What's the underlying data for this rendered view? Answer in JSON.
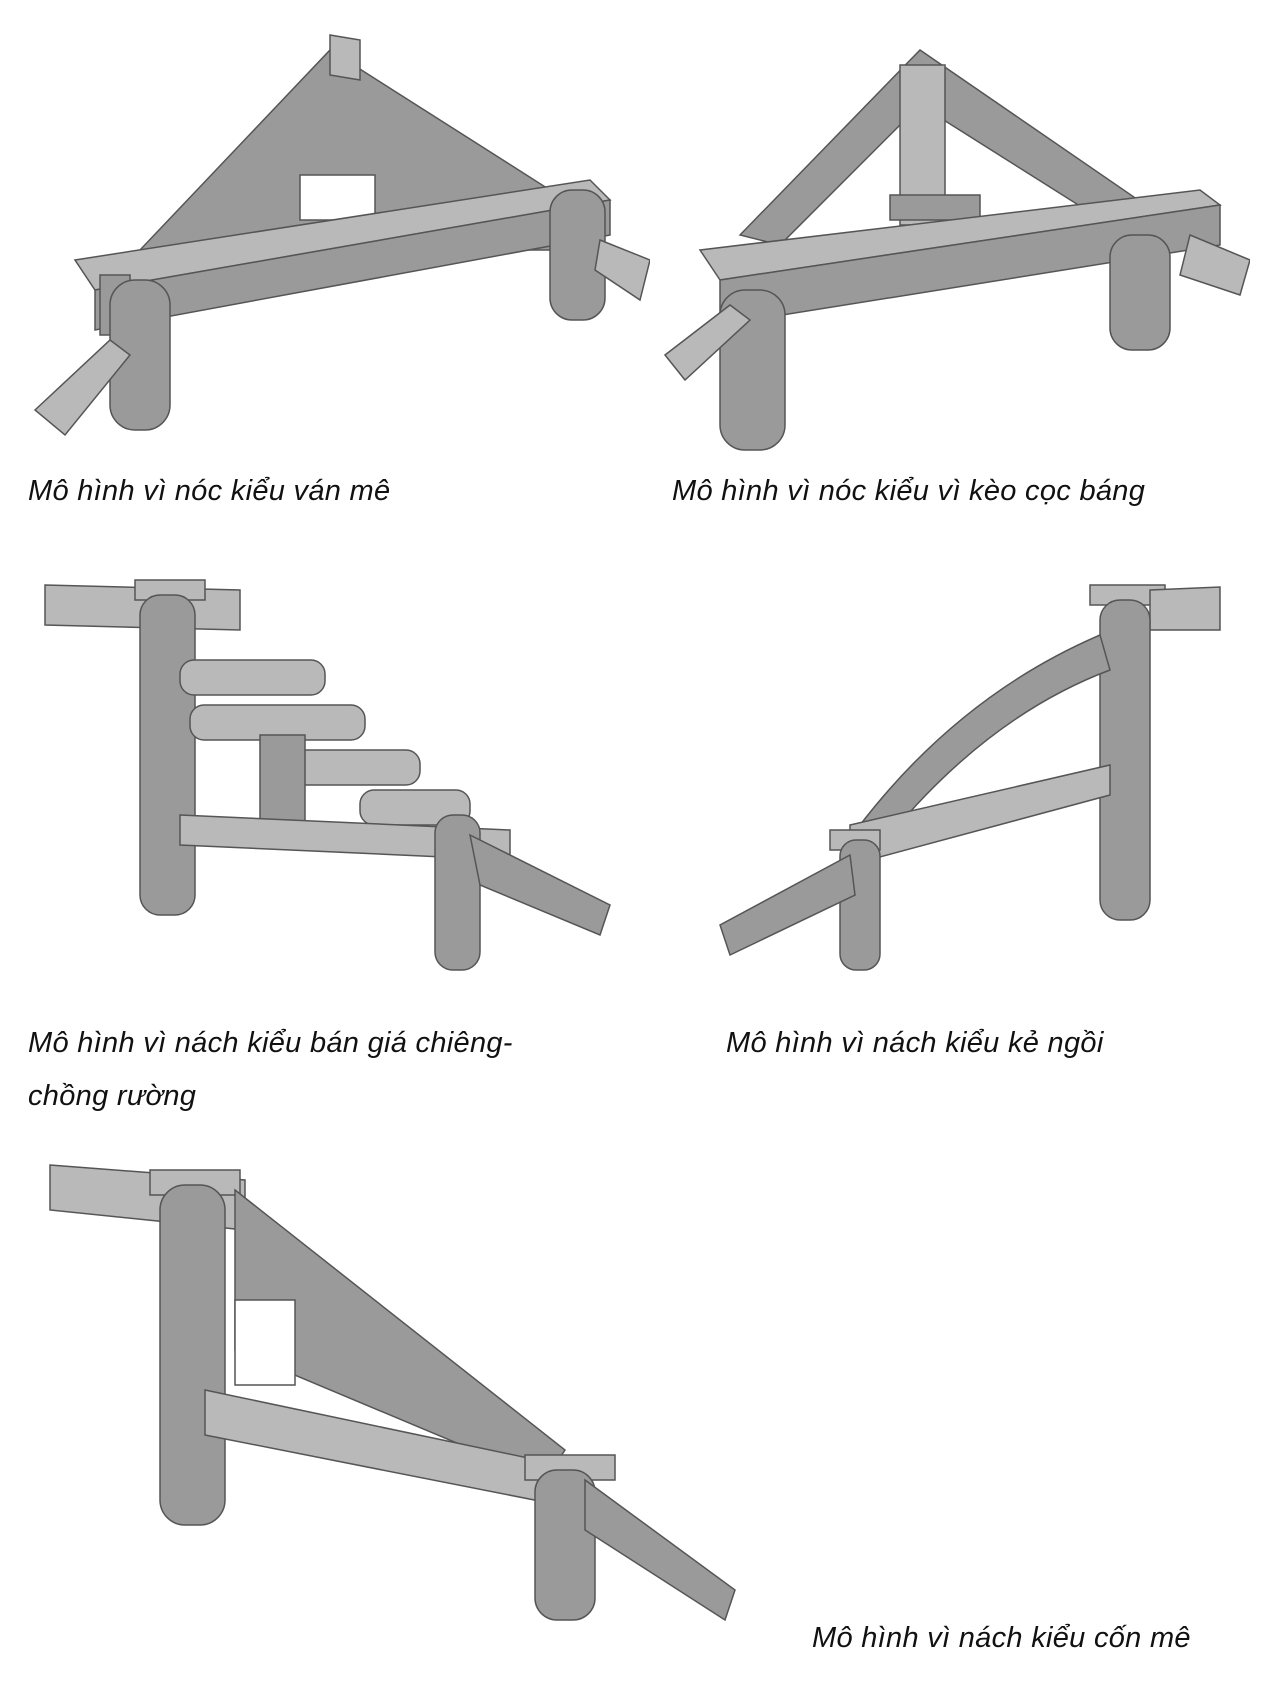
{
  "figures": [
    {
      "caption": "Mô hình vì nóc kiểu ván mê",
      "icon": "roof-truss-van-me-model"
    },
    {
      "caption": "Mô hình vì nóc kiểu vì kèo cọc báng",
      "icon": "roof-truss-keo-coc-bang-model"
    },
    {
      "caption_line1": "Mô hình vì nách kiểu bán giá chiêng-",
      "caption_line2": "chồng rường",
      "icon": "side-truss-ban-gia-chieng-model"
    },
    {
      "caption": "Mô hình vì nách kiểu kẻ ngồi",
      "icon": "side-truss-ke-ngoi-model"
    },
    {
      "caption": "Mô hình vì nách kiểu cốn mê",
      "icon": "side-truss-con-me-model"
    }
  ]
}
